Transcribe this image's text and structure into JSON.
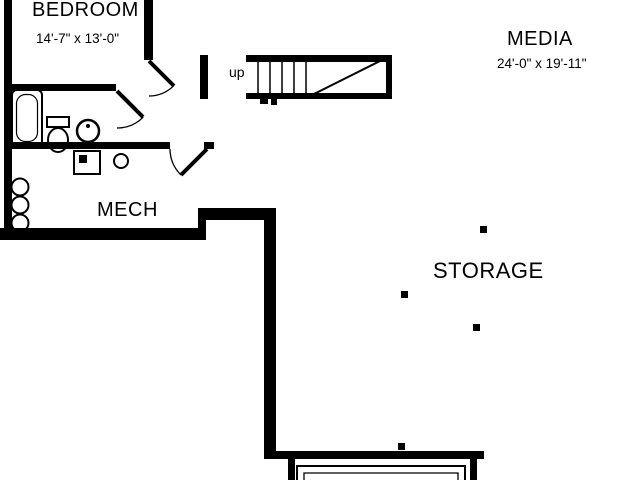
{
  "colors": {
    "ink": "#000000",
    "paper": "#ffffff"
  },
  "rooms": {
    "bedroom": {
      "label": "BEDROOM",
      "dims": "14'-7\" x 13'-0\""
    },
    "media": {
      "label": "MEDIA",
      "dims": "24'-0\" x 19'-11\""
    },
    "mech": {
      "label": "MECH"
    },
    "storage": {
      "label": "STORAGE"
    }
  },
  "stairs": {
    "direction_label": "up"
  }
}
